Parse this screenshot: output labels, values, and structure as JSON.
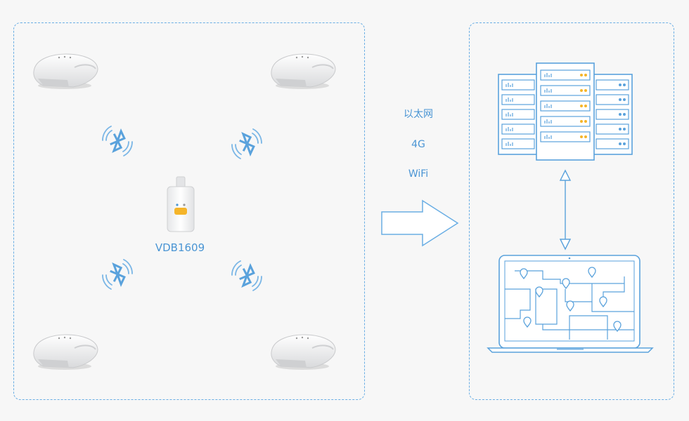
{
  "connections": {
    "ethernet": "以太网",
    "cellular": "4G",
    "wifi": "WiFi"
  },
  "device": {
    "label": "VDB1609"
  },
  "colors": {
    "accent": "#4a95d4",
    "line_light": "#6aaee4",
    "background": "#f7f7f7",
    "device_badge": "#f5b52a",
    "server_led": "#f5b52a"
  },
  "icons": {
    "access_point": "ceiling-access-point-icon",
    "bluetooth": "bluetooth-signal-icon",
    "server": "server-rack-icon",
    "laptop": "laptop-map-icon",
    "arrow": "right-arrow-icon",
    "link": "bidirectional-arrow-icon",
    "pin": "map-pin-icon"
  }
}
